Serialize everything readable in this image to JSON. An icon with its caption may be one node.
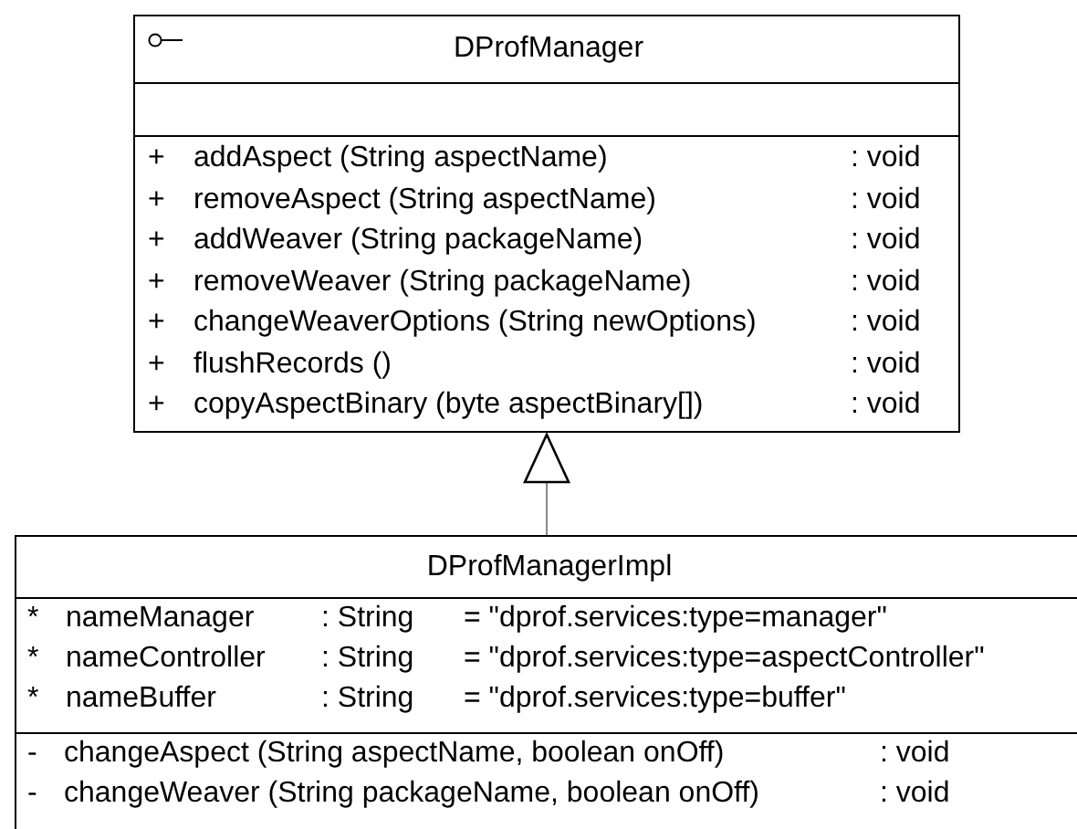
{
  "diagram": {
    "nodes": [
      {
        "text": [
          "DProfManager",
          "+",
          "addAspect (String aspectName)",
          ": void",
          "+",
          "removeAspect (String aspectName)",
          ": void",
          "+",
          "addWeaver (String packageName)",
          ": void",
          "+",
          "removeWeaver (String packageName)",
          ": void",
          "+",
          "changeWeaverOptions (String newOptions)",
          ": void",
          "+",
          "flushRecords ()",
          ": void",
          "+",
          "copyAspectBinary (byte aspectBinary[])",
          ": void"
        ]
      },
      {
        "text": [
          "DProfManagerImpl",
          "*",
          "nameManager",
          ": String",
          "= \"dprof.services:type=manager\"",
          "*",
          "nameController",
          ": String",
          "= \"dprof.services:type=aspectController\"",
          "*",
          "nameBuffer",
          ": String",
          "= \"dprof.services:type=buffer\"",
          "-",
          "changeAspect (String aspectName, boolean onOff)",
          ": void",
          "-",
          "changeWeaver (String packageName, boolean onOff)",
          ": void"
        ]
      }
    ],
    "edges": [
      {
        "from": 1,
        "to": 0,
        "arrow": "to"
      }
    ]
  }
}
